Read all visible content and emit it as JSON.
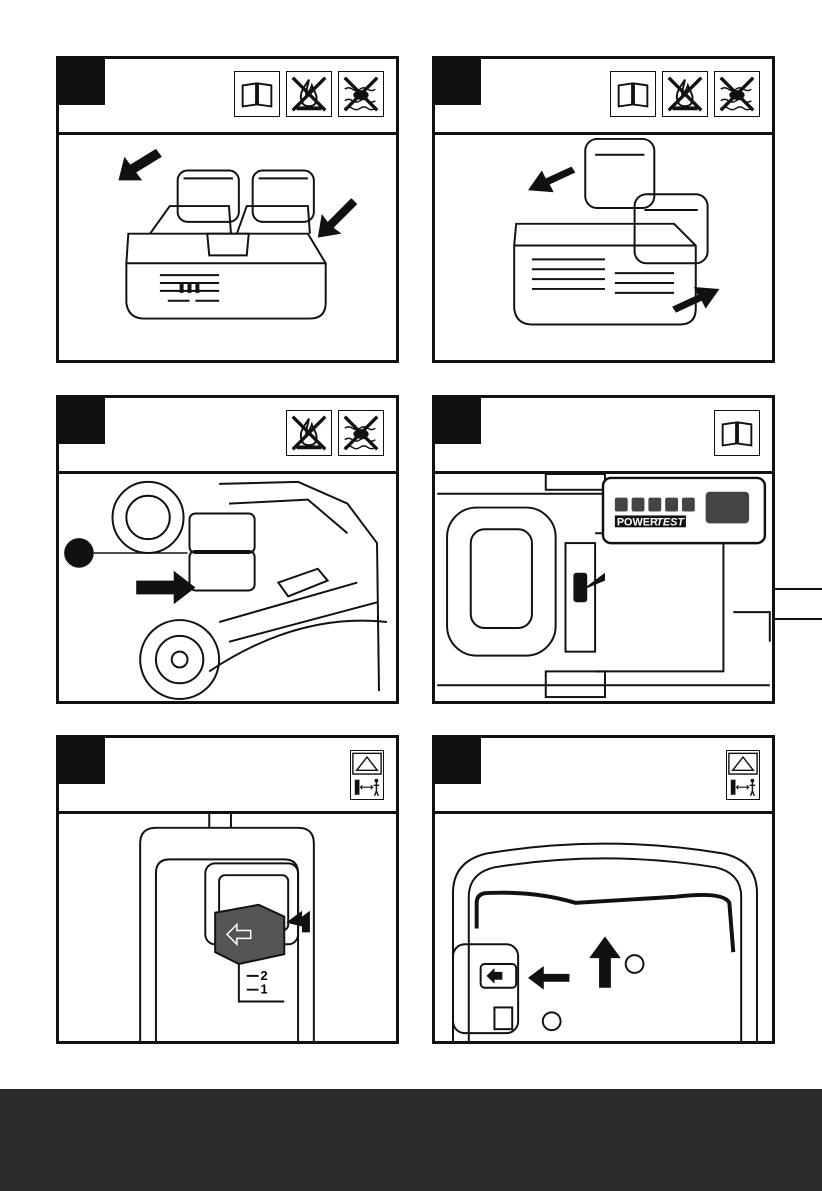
{
  "panels": [
    {
      "id": "panel-1",
      "icons": [
        "manual-book-icon",
        "no-fire-icon",
        "no-water-icon"
      ]
    },
    {
      "id": "panel-2",
      "icons": [
        "manual-book-icon",
        "no-fire-icon",
        "no-water-icon"
      ]
    },
    {
      "id": "panel-3",
      "icons": [
        "no-fire-icon",
        "no-water-icon"
      ]
    },
    {
      "id": "panel-4",
      "icons": [
        "manual-book-icon"
      ],
      "indicator": {
        "brand_text": "POWER",
        "test_text": "TEST"
      }
    },
    {
      "id": "panel-5",
      "icons": [
        "blade-warning-keep-distance-icon"
      ],
      "labels": {
        "step_two": "2",
        "step_one": "1"
      }
    },
    {
      "id": "panel-6",
      "icons": [
        "blade-warning-keep-distance-icon"
      ]
    }
  ],
  "colors": {
    "ink": "#111111",
    "footer": "#2b2b2b",
    "background": "#ffffff"
  }
}
